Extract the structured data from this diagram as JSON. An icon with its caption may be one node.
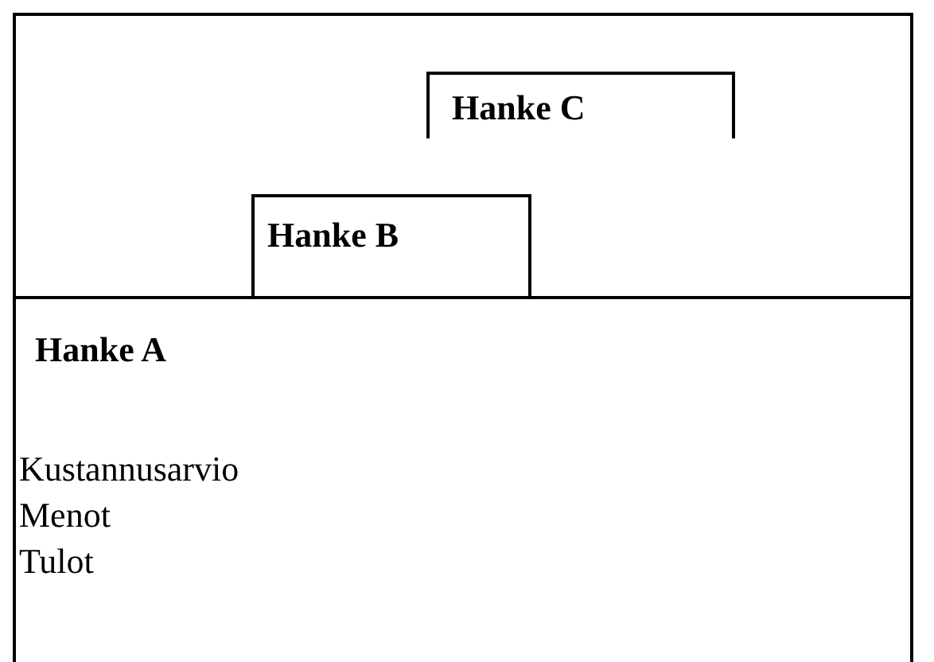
{
  "diagram": {
    "nodes": [
      {
        "text": [
          "Hanke C"
        ]
      },
      {
        "text": [
          "Hanke B"
        ]
      },
      {
        "text": [
          "Hanke A",
          "Kustannusarvio",
          "Menot",
          "Tulot"
        ]
      }
    ]
  }
}
